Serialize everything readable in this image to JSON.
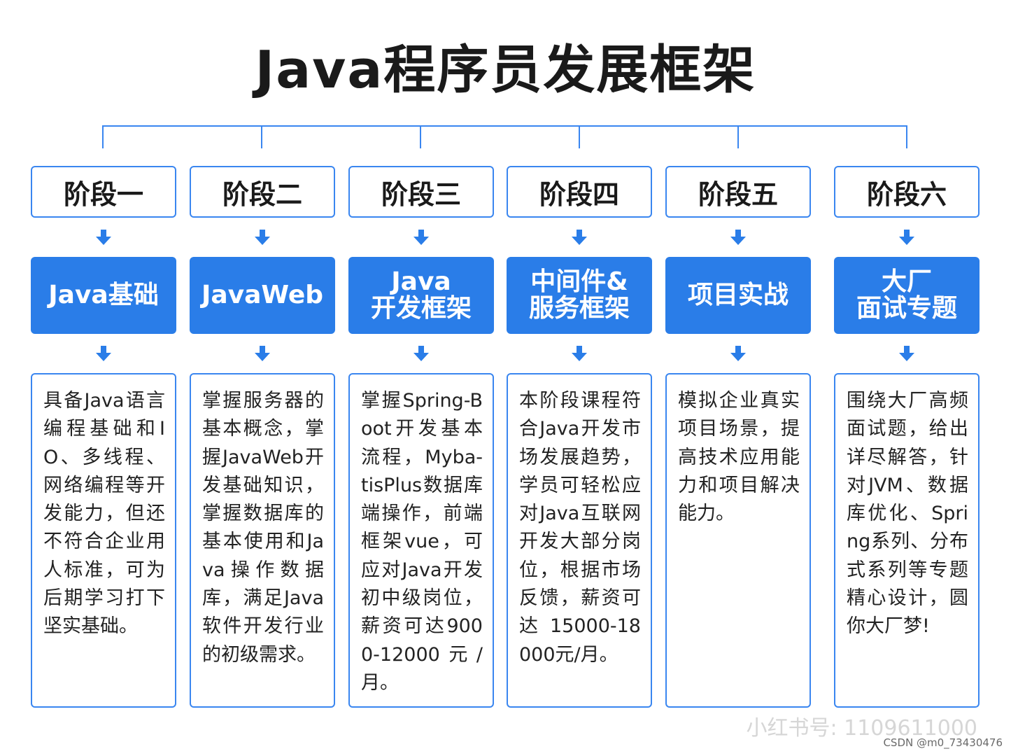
{
  "title": "Java程序员发展框架",
  "stages": [
    {
      "label": "阶段一",
      "topic": "Java基础",
      "desc": "具备Java语言编程基础和IO、多线程、网络编程等开发能力，但还不符合企业用人标准，可为后期学习打下坚实基础。"
    },
    {
      "label": "阶段二",
      "topic": "JavaWeb",
      "desc": "掌握服务器的基本概念，掌握JavaWeb开发基础知识，掌握数据库的基本使用和Java操作数据库，满足Java软件开发行业的初级需求。"
    },
    {
      "label": "阶段三",
      "topic": "Java\n开发框架",
      "desc": "掌握Spring-Boot开发基本流程，Myba-tisPlus数据库端操作，前端框架vue，可应对Java开发初中级岗位，薪资可达9000-12000元/月。"
    },
    {
      "label": "阶段四",
      "topic": "中间件&\n服务框架",
      "desc": "本阶段课程符合Java开发市场发展趋势，学员可轻松应对Java互联网开发大部分岗位，根据市场反馈，薪资可达15000-18000元/月。"
    },
    {
      "label": "阶段五",
      "topic": "项目实战",
      "desc": "模拟企业真实项目场景，提高技术应用能力和项目解决能力。"
    },
    {
      "label": "阶段六",
      "topic": "大厂\n面试专题",
      "desc": "围绕大厂高频面试题，给出详尽解答，针对JVM、数据库优化、Spring系列、分布式系列等专题精心设计，圆你大厂梦!"
    }
  ],
  "watermark": "小红书号: 1109611000",
  "credit": "CSDN @m0_73430476",
  "colors": {
    "accent": "#2a7de8",
    "border": "#3a86f0",
    "connector": "#3a86f0"
  }
}
